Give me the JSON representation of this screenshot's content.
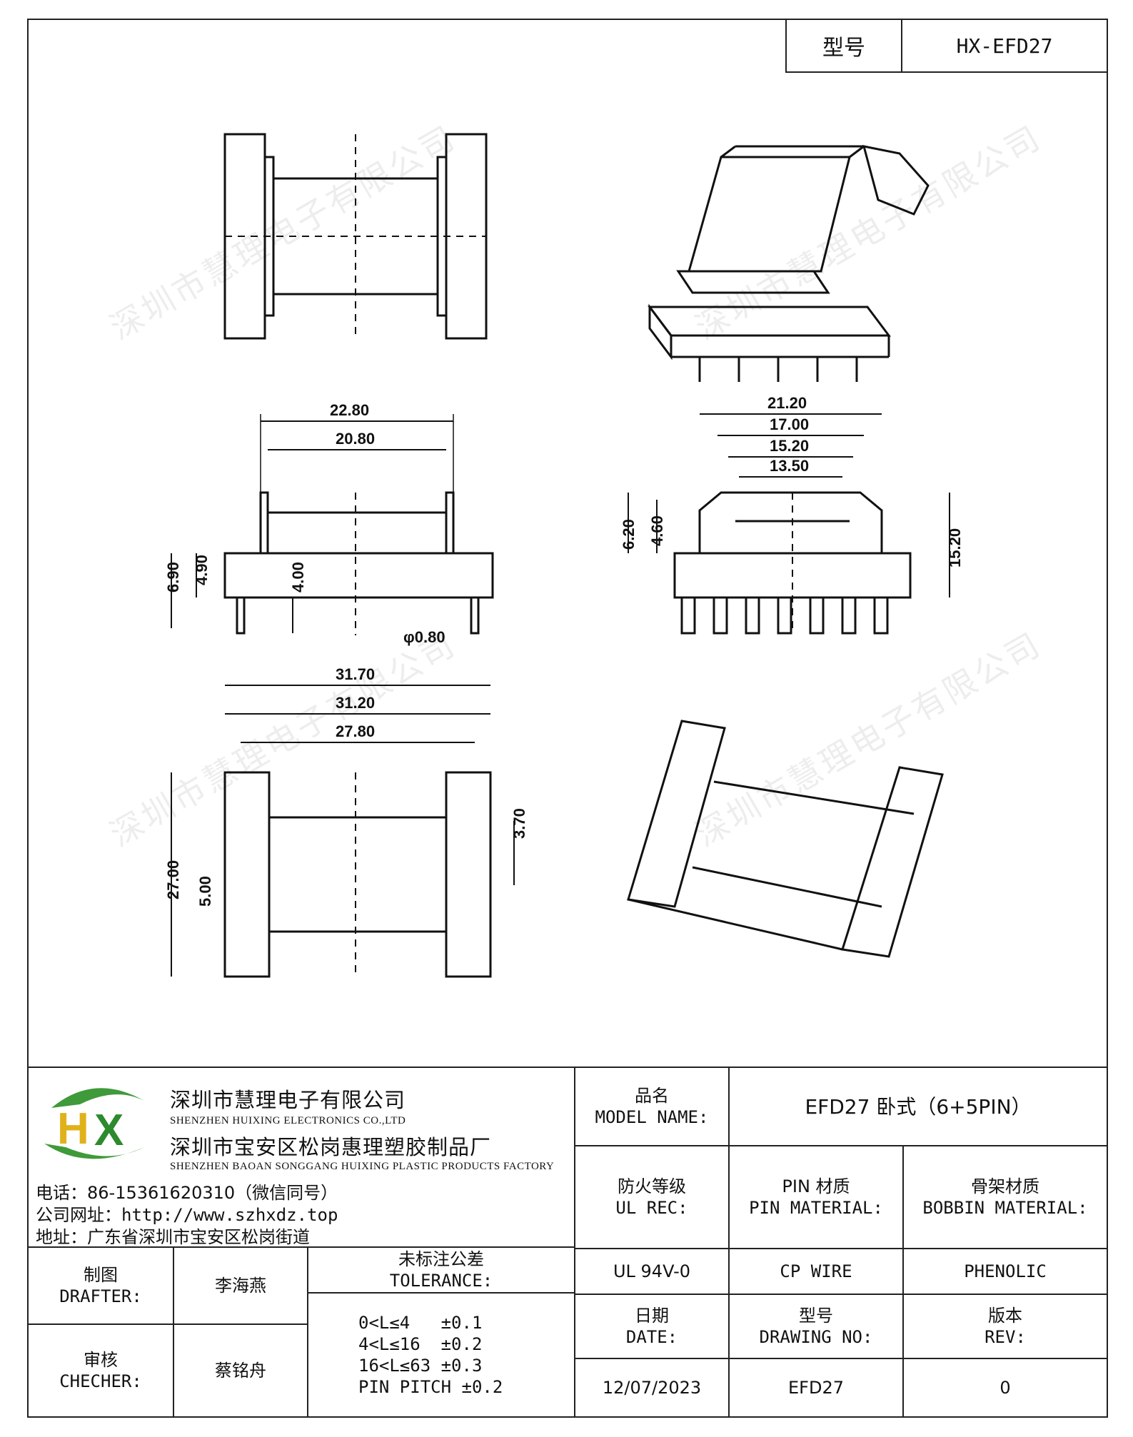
{
  "header": {
    "type_label": "型号",
    "part_number": "HX-EFD27"
  },
  "watermark": "深圳市慧理电子有限公司",
  "dimensions": {
    "top_width": "22.80",
    "top_inner": "20.80",
    "h1": "6.90",
    "h2": "4.90",
    "h3": "4.00",
    "pin_dia": "φ0.80",
    "r_w1": "21.20",
    "r_w2": "17.00",
    "r_w3": "15.20",
    "r_w4": "13.50",
    "r_h1": "6.20",
    "r_h2": "4.60",
    "r_h3": "15.20",
    "b_w1": "31.70",
    "b_w2": "31.20",
    "b_w3": "27.80",
    "b_h1": "27.00",
    "b_h2": "5.00",
    "b_pitch": "3.70"
  },
  "company": {
    "name_cn": "深圳市慧理电子有限公司",
    "name_en": "SHENZHEN HUIXING ELECTRONICS CO.,LTD",
    "factory_cn": "深圳市宝安区松岗惠理塑胶制品厂",
    "factory_en": "SHENZHEN BAOAN SONGGANG HUIXING PLASTIC PRODUCTS FACTORY",
    "phone": "电话：86-15361620310（微信同号）",
    "website": "公司网址：http://www.szhxdz.top",
    "address": "地址：广东省深圳市宝安区松岗街道"
  },
  "title_block": {
    "model_label_cn": "品名",
    "model_label_en": "MODEL NAME:",
    "model_value": "EFD27 卧式（6+5PIN）",
    "ul_label_cn": "防火等级",
    "ul_label_en": "UL REC:",
    "pin_label_cn": "PIN 材质",
    "pin_label_en": "PIN MATERIAL:",
    "bobbin_label_cn": "骨架材质",
    "bobbin_label_en": "BOBBIN MATERIAL:",
    "ul_value": "UL 94V-0",
    "pin_value": "CP WIRE",
    "bobbin_value": "PHENOLIC",
    "drafter_cn": "制图",
    "drafter_en": "DRAFTER:",
    "drafter_name": "李海燕",
    "tolerance_cn": "未标注公差",
    "tolerance_en": "TOLERANCE:",
    "checker_cn": "审核",
    "checker_en": "CHECHER:",
    "checker_name": "蔡铭舟",
    "tol1": "0<L≤4   ±0.1",
    "tol2": "4<L≤16  ±0.2",
    "tol3": "16<L≤63 ±0.3",
    "tol4": "PIN PITCH ±0.2",
    "date_cn": "日期",
    "date_en": "DATE:",
    "drawing_cn": "型号",
    "drawing_en": "DRAWING NO:",
    "rev_cn": "版本",
    "rev_en": "REV:",
    "date_value": "12/07/2023",
    "drawing_value": "EFD27",
    "rev_value": "0"
  }
}
